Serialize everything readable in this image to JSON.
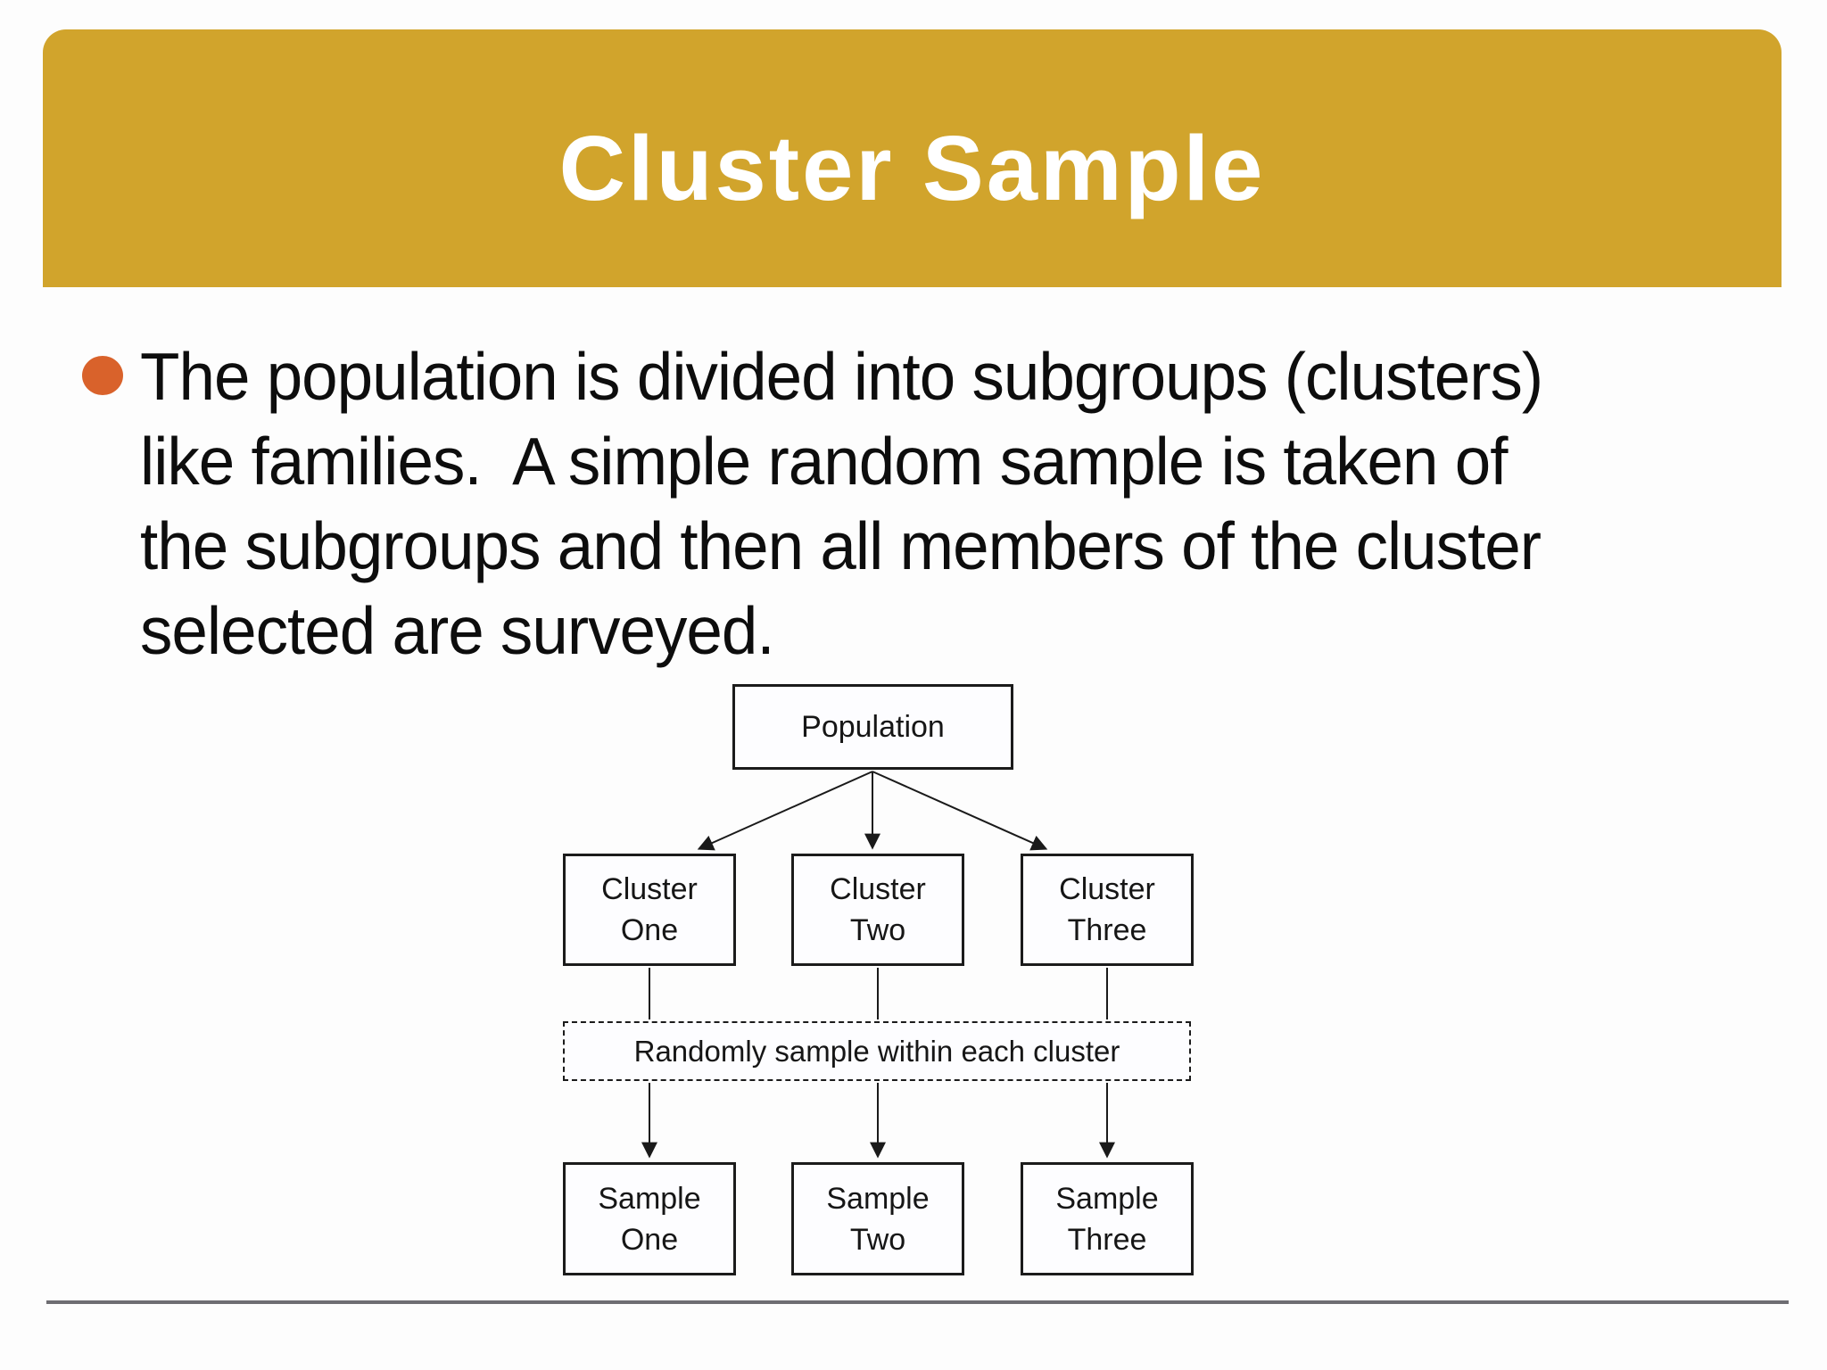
{
  "colors": {
    "banner-gold": "#D1A42C",
    "bullet-orange": "#D9622B",
    "divider-gray": "#6E6D72"
  },
  "slide": {
    "title": "Cluster Sample",
    "bullet_lines": [
      "The population is divided into subgroups (clusters)",
      "like families.  A simple random sample is taken of",
      "the subgroups and then all members of the cluster",
      "selected are surveyed."
    ]
  },
  "diagram": {
    "population_label": "Population",
    "random_sample_label": "Randomly sample within each cluster",
    "clusters": [
      {
        "top": "Cluster",
        "bottom": "One"
      },
      {
        "top": "Cluster",
        "bottom": "Two"
      },
      {
        "top": "Cluster",
        "bottom": "Three"
      }
    ],
    "samples": [
      {
        "top": "Sample",
        "bottom": "One"
      },
      {
        "top": "Sample",
        "bottom": "Two"
      },
      {
        "top": "Sample",
        "bottom": "Three"
      }
    ]
  }
}
